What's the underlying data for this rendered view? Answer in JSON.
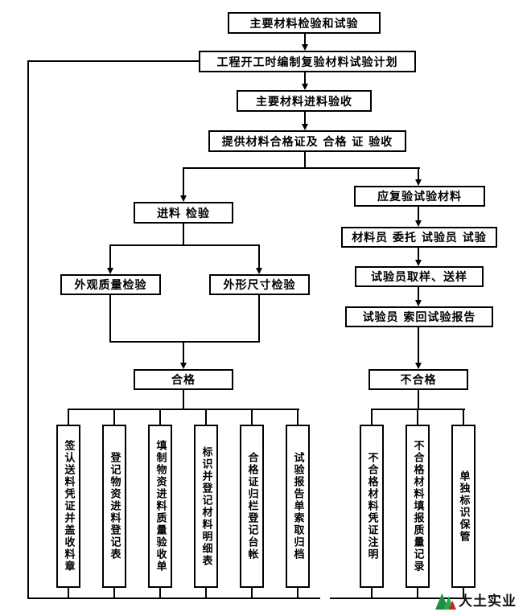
{
  "flowchart": {
    "nodes": {
      "main_test": "主要材料检验和试验",
      "plan": "工程开工时编制复验材料试验计划",
      "incoming_acceptance": "主要材料进料验收",
      "certificate_check": "提供材料合格证及 合格 证 验收",
      "incoming_inspection": "进料 检验",
      "retest_materials": "应复验试验材料",
      "entrust_test": "材料员 委托 试验员 试验",
      "sampling": "试验员取样、送样",
      "retrieve_report": "试验员 索回试验报告",
      "appearance_check": "外观质量检验",
      "dimension_check": "外形尺寸检验",
      "qualified": "合格",
      "unqualified": "不合格"
    },
    "qualified_steps": [
      "签认送料凭证并盖收料章",
      "登记物资进料登记表",
      "填制物资进料质量验收单",
      "标识并登记材料明细表",
      "合格证归栏登记台帐",
      "试验报告单索取归档"
    ],
    "unqualified_steps": [
      "不合格材料凭证注明",
      "不合格材料填报质量记录",
      "单独标识保管"
    ]
  },
  "logo": {
    "text": "大土实业",
    "colors": {
      "green_dark": "#1f8f3f",
      "green_light": "#2aa94c",
      "red": "#c8281e"
    }
  }
}
